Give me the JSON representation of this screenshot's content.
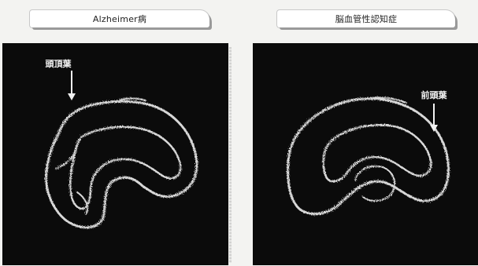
{
  "panels": [
    {
      "title": "Alzheimer病",
      "annotation": "頭頂葉",
      "icon": "brain-scan-outline"
    },
    {
      "title": "脳血管性認知症",
      "annotation": "前頭葉",
      "icon": "brain-scan-outline"
    }
  ],
  "colors": {
    "image_background": "#0b0b0b",
    "outline": "#d8d8d8",
    "annotation": "#f2f2f2"
  }
}
